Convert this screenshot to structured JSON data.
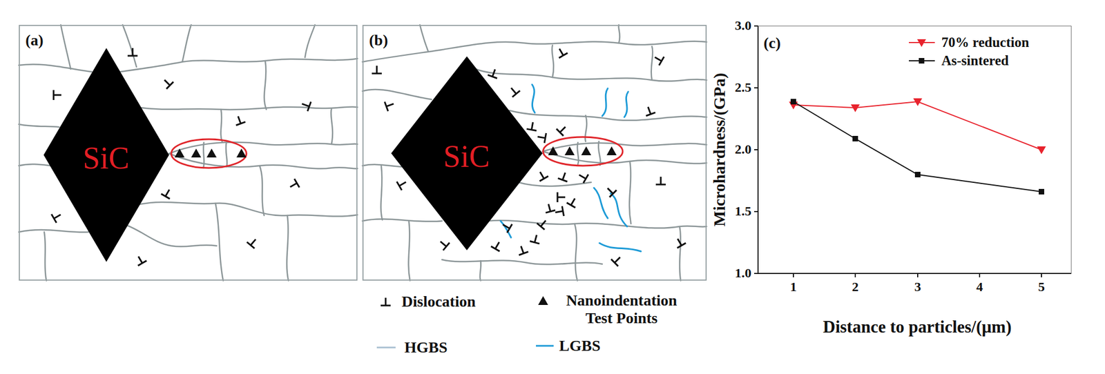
{
  "diagram": {
    "nodes": [
      {
        "text": [
          "(a)"
        ]
      },
      {
        "text": [
          "SiC"
        ],
        "in": 0
      },
      {
        "text": [
          "(b)"
        ]
      },
      {
        "text": [
          "SiC"
        ],
        "in": 2
      }
    ],
    "labels": [
      "(c)",
      "3.0",
      "2.5",
      "2.0",
      "1.5",
      "1.0",
      "Microhardness/(GPa)",
      "1",
      "2",
      "3",
      "4",
      "5",
      "Distance to particles/(μm)"
    ],
    "legend": [
      {
        "text": "Dislocation"
      },
      {
        "text": "Nanoindentation Test Points"
      },
      {
        "text": "HGBS"
      },
      {
        "text": "LGBS"
      },
      {
        "text": "70% reduction"
      },
      {
        "text": "As-sintered"
      }
    ]
  }
}
